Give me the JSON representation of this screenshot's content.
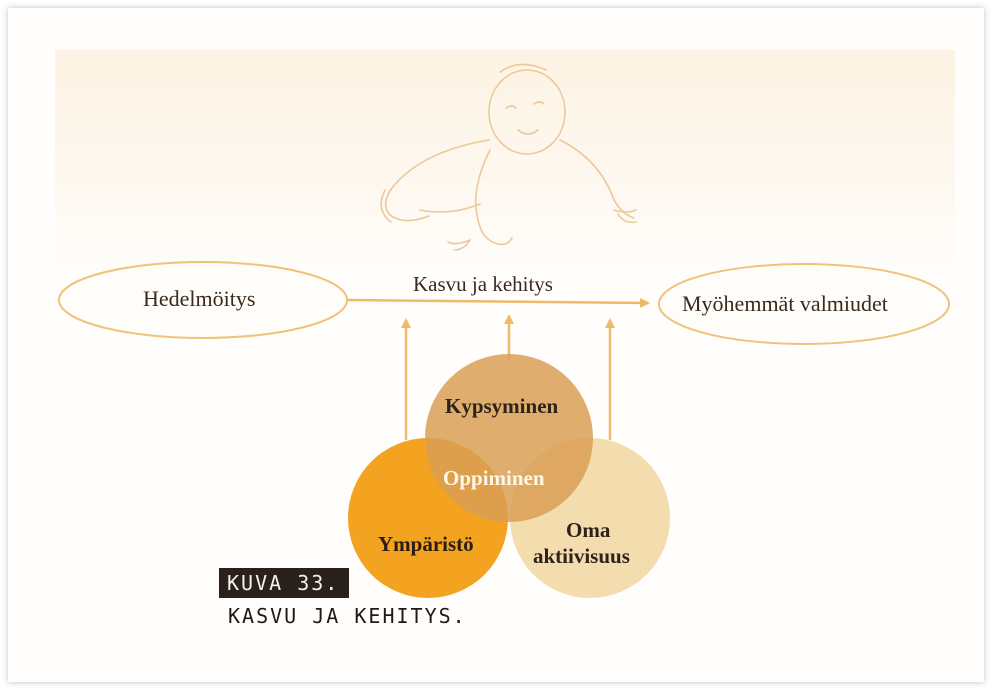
{
  "diagram": {
    "start_node": "Hedelmöitys",
    "arrow_label": "Kasvu ja kehitys",
    "end_node": "Myöhemmät valmiudet",
    "circles": {
      "top": "Kypsyminen",
      "center": "Oppiminen",
      "left": "Ympäristö",
      "right_line1": "Oma",
      "right_line2": "aktiivisuus"
    }
  },
  "caption": {
    "tag": "KUVA 33.",
    "text": "KASVU JA KEHITYS."
  },
  "colors": {
    "stroke": "#f0c27a",
    "arrow": "#efb96a",
    "circle_left": "#f3a31f",
    "circle_top": "#d99f55",
    "circle_right": "#f2d9a6",
    "sketch": "#ecc89a"
  }
}
